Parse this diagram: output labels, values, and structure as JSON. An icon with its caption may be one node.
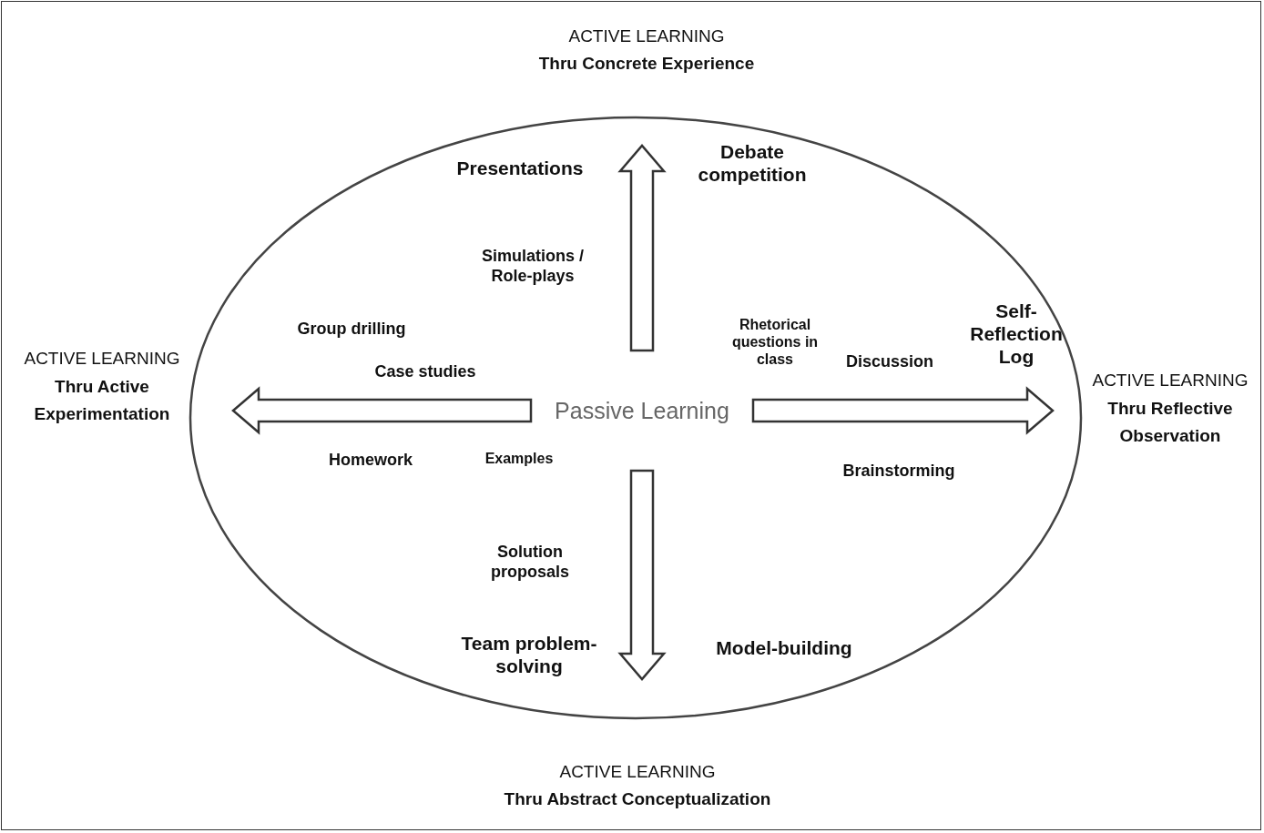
{
  "diagram": {
    "nodes": [
      {
        "text": [],
        "shape": "ellipse"
      },
      {
        "text": [
          "Passive Learning"
        ],
        "in": 0
      },
      {
        "text": [
          "ACTIVE LEARNING",
          "Thru Concrete Experience"
        ]
      },
      {
        "text": [
          "ACTIVE LEARNING",
          "Thru Active Experimentation"
        ]
      },
      {
        "text": [
          "ACTIVE LEARNING",
          "Thru Reflective Observation"
        ]
      },
      {
        "text": [
          "ACTIVE LEARNING",
          "Thru Abstract Conceptualization"
        ]
      }
    ],
    "edges": [
      {
        "from": 1,
        "to": 2,
        "arrow": "to"
      },
      {
        "from": 1,
        "to": 3,
        "arrow": "to"
      },
      {
        "from": 1,
        "to": 4,
        "arrow": "to"
      },
      {
        "from": 1,
        "to": 5,
        "arrow": "to"
      }
    ],
    "labels": [
      "Presentations",
      "Debate competition",
      "Simulations / Role-plays",
      "Self-Reflection Log",
      "Rhetorical questions in class",
      "Group drilling",
      "Discussion",
      "Case studies",
      "Homework",
      "Examples",
      "Brainstorming",
      "Solution proposals",
      "Team problem-solving",
      "Model-building"
    ]
  }
}
